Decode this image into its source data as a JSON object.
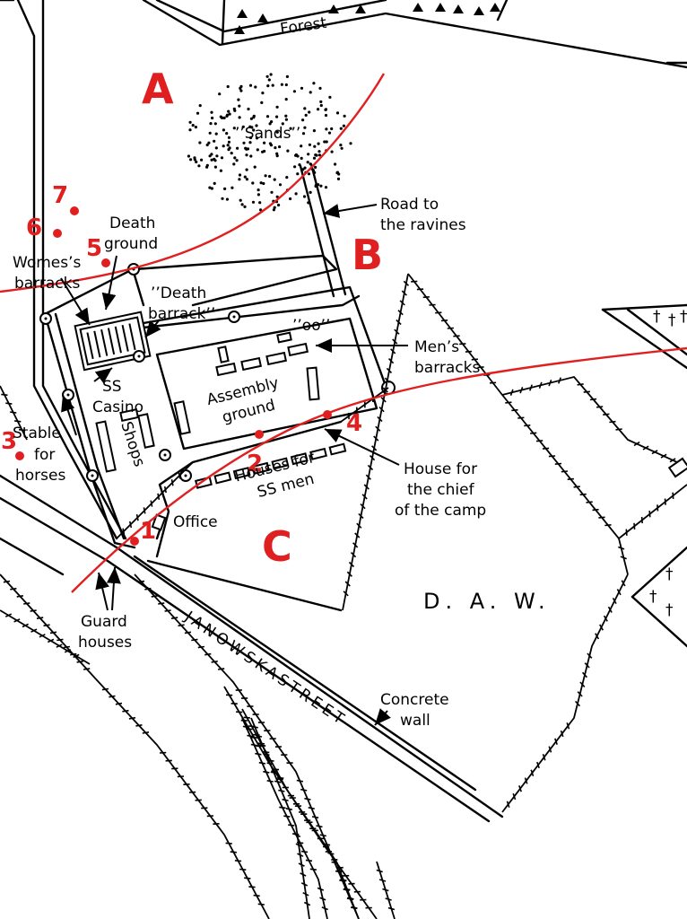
{
  "colors": {
    "accent_red": "#e02020",
    "ink": "#000000",
    "background": "#ffffff"
  },
  "labels": {
    "forest": "Forest",
    "sands": "’’Sands’’",
    "road_line1": "Road to",
    "road_line2": "the ravines",
    "death_ground_line1": "Death",
    "death_ground_line2": "ground",
    "womens_line1": "Womes’s",
    "womens_line2": "barracks",
    "death_barrack_line1": "’’Death",
    "death_barrack_line2": "barrack’’",
    "oo": "’’oo’’",
    "mens_line1": "Men’s",
    "mens_line2": "barracks",
    "ss_casino_line1": "SS",
    "ss_casino_line2": "Casino",
    "assembly_line1": "Assembly",
    "assembly_line2": "ground",
    "stable_line1": "Stable",
    "stable_line2": "for",
    "stable_line3": "horses",
    "shops": "Shops",
    "houses_ss_line1": "Houses for",
    "houses_ss_line2": "SS men",
    "chief_line1": "House for",
    "chief_line2": "the chief",
    "chief_line3": "of the camp",
    "office": "Office",
    "daw": "D. A. W.",
    "guard_line1": "Guard",
    "guard_line2": "houses",
    "street": "JANOWSKASTREET",
    "concrete_line1": "Concrete",
    "concrete_line2": "wall"
  },
  "zones": {
    "a": "A",
    "b": "B",
    "c": "C"
  },
  "markers": {
    "m1": "1",
    "m2": "2",
    "m3": "3",
    "m4": "4",
    "m5": "5",
    "m6": "6",
    "m7": "7"
  }
}
